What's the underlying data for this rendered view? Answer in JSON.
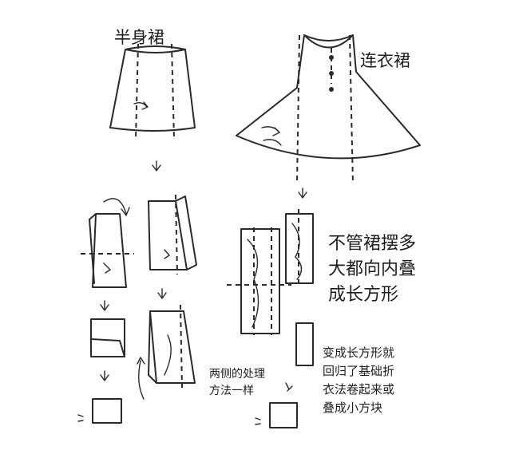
{
  "labels": {
    "skirt_title": "半身裙",
    "dress_title": "连衣裙",
    "note_hem": "不管裙摆多\n大都向内叠\n成长方形",
    "note_rectangle": "变成长方形就\n回归了基础折\n衣法卷起来或\n叠成小方块",
    "note_both_sides": "两侧的处理\n方法一样"
  },
  "colors": {
    "ink": "#2a2a2a",
    "background": "#ffffff"
  }
}
